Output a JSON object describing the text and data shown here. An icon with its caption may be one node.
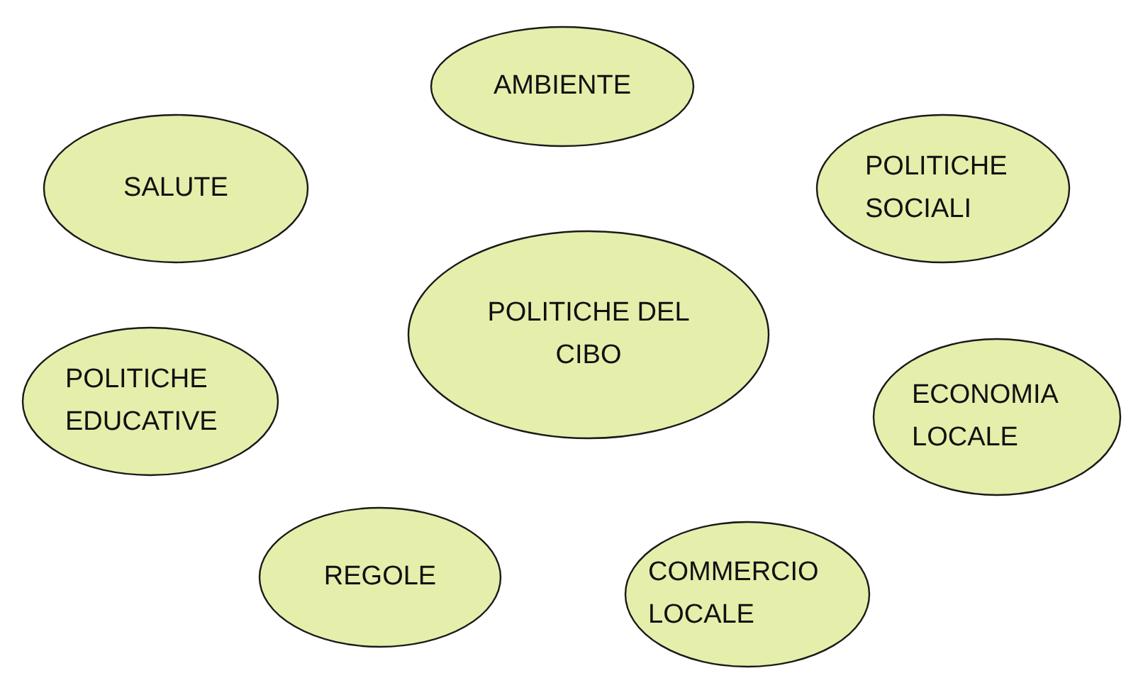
{
  "diagram": {
    "nodes": [
      {
        "text": [
          "AMBIENTE"
        ]
      },
      {
        "text": [
          "SALUTE"
        ]
      },
      {
        "text": [
          "POLITICHE SOCIALI"
        ]
      },
      {
        "text": [
          "POLITICHE DEL CIBO"
        ]
      },
      {
        "text": [
          "POLITICHE EDUCATIVE"
        ]
      },
      {
        "text": [
          "ECONOMIA LOCALE"
        ]
      },
      {
        "text": [
          "REGOLE"
        ]
      },
      {
        "text": [
          "COMMERCIO LOCALE"
        ]
      }
    ]
  }
}
